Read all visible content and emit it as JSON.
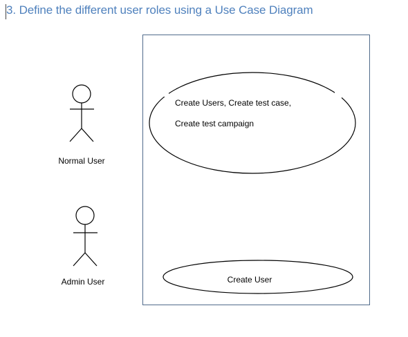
{
  "heading": "3. Define the different user roles using a Use Case Diagram",
  "actors": [
    {
      "label": "Normal User"
    },
    {
      "label": "Admin User"
    }
  ],
  "use_cases": [
    {
      "lines": [
        "Create Users, Create test case,",
        "Create test campaign"
      ]
    },
    {
      "lines": [
        "Create User"
      ]
    }
  ],
  "colors": {
    "heading": "#4f81bd",
    "system_border": "#4f6a8a",
    "lines": "#000000"
  }
}
